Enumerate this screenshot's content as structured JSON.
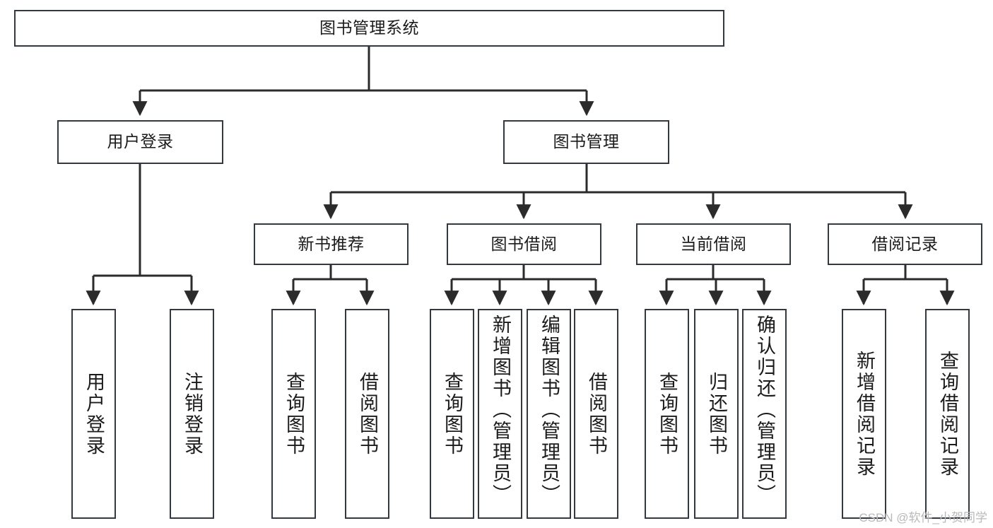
{
  "diagram": {
    "title_node": {
      "id": "root",
      "label": "图书管理系统"
    },
    "level2": [
      {
        "id": "user-login",
        "label": "用户登录"
      },
      {
        "id": "book-manage",
        "label": "图书管理"
      }
    ],
    "level3": [
      {
        "id": "new-book-rec",
        "label": "新书推荐"
      },
      {
        "id": "book-borrow",
        "label": "图书借阅"
      },
      {
        "id": "current-borrow",
        "label": "当前借阅"
      },
      {
        "id": "borrow-record",
        "label": "借阅记录"
      }
    ],
    "leaves": {
      "user_login": [
        {
          "id": "leaf-user-login",
          "label": "用户登录"
        },
        {
          "id": "leaf-logout",
          "label": "注销登录"
        }
      ],
      "new_book_rec": [
        {
          "id": "leaf-query-book-1",
          "label": "查询图书"
        },
        {
          "id": "leaf-borrow-book-1",
          "label": "借阅图书"
        }
      ],
      "book_borrow": [
        {
          "id": "leaf-query-book-2",
          "label": "查询图书"
        },
        {
          "id": "leaf-add-book",
          "label": "新增图书（管理员）"
        },
        {
          "id": "leaf-edit-book",
          "label": "编辑图书（管理员）"
        },
        {
          "id": "leaf-borrow-book-2",
          "label": "借阅图书"
        }
      ],
      "current_borrow": [
        {
          "id": "leaf-query-book-3",
          "label": "查询图书"
        },
        {
          "id": "leaf-return-book",
          "label": "归还图书"
        },
        {
          "id": "leaf-confirm-return",
          "label": "确认归还（管理员）"
        }
      ],
      "borrow_record": [
        {
          "id": "leaf-add-record",
          "label": "新增借阅记录"
        },
        {
          "id": "leaf-query-record",
          "label": "查询借阅记录"
        }
      ]
    }
  },
  "watermark": {
    "text": "CSDN @软件_小贺同学"
  },
  "colors": {
    "box_border": "#33393f",
    "box_fill": "#ffffff",
    "line": "#2b2b2b",
    "text": "#1b1b1b",
    "watermark": "#b9b9b9",
    "background": "#ffffff"
  }
}
